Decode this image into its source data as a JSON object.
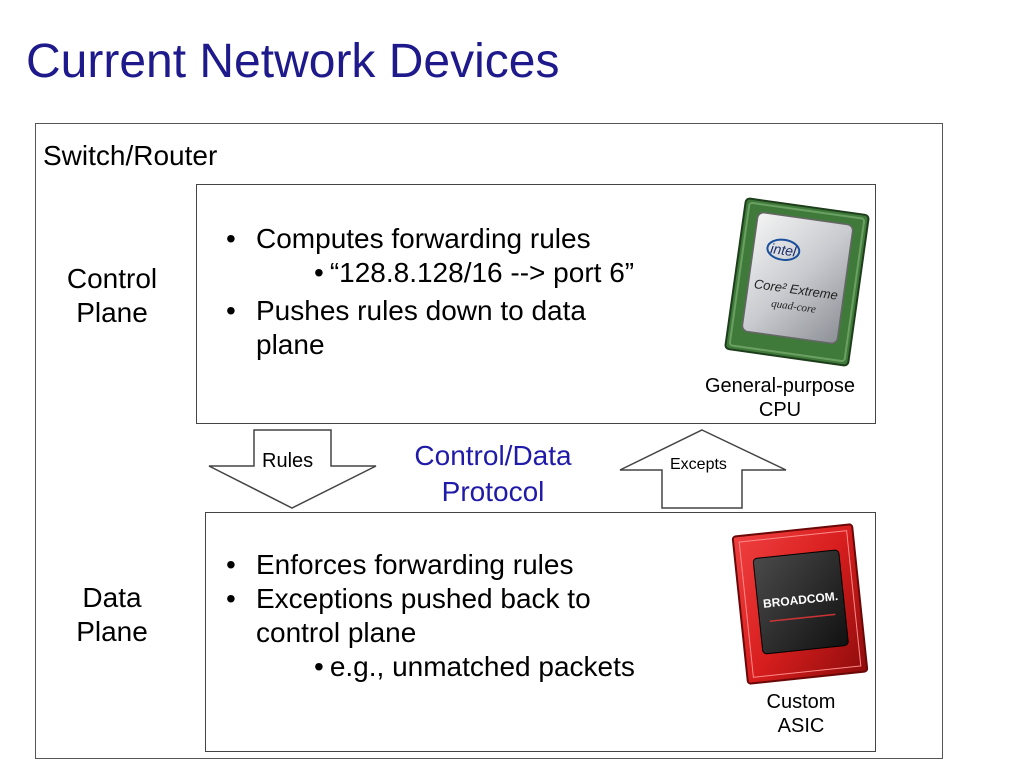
{
  "title": "Current Network Devices",
  "outer_label": "Switch/Router",
  "control_plane": {
    "label_line1": "Control",
    "label_line2": "Plane",
    "bullet1": "Computes forwarding rules",
    "sub_bullet1": "“128.8.128/16 --> port 6”",
    "bullet2_line1": "Pushes rules down to data",
    "bullet2_line2": "plane",
    "chip_caption_line1": "General-purpose",
    "chip_caption_line2": "CPU",
    "chip_brand": "intel",
    "chip_model": "Core² Extreme",
    "chip_sub": "quad-core"
  },
  "data_plane": {
    "label_line1": "Data",
    "label_line2": "Plane",
    "bullet1": "Enforces forwarding rules",
    "bullet2_line1": "Exceptions pushed back to",
    "bullet2_line2": "control plane",
    "sub_bullet1": "e.g., unmatched packets",
    "chip_caption_line1": "Custom",
    "chip_caption_line2": "ASIC",
    "chip_brand": "BROADCOM."
  },
  "protocol": {
    "line1": "Control/Data",
    "line2": "Protocol",
    "down_label": "Rules",
    "up_label": "Excepts"
  },
  "colors": {
    "title": "#1f1a8c",
    "protocol_text": "#1f1aa8",
    "asic_red": "#d81e1e",
    "cpu_green": "#3f7a3a"
  }
}
